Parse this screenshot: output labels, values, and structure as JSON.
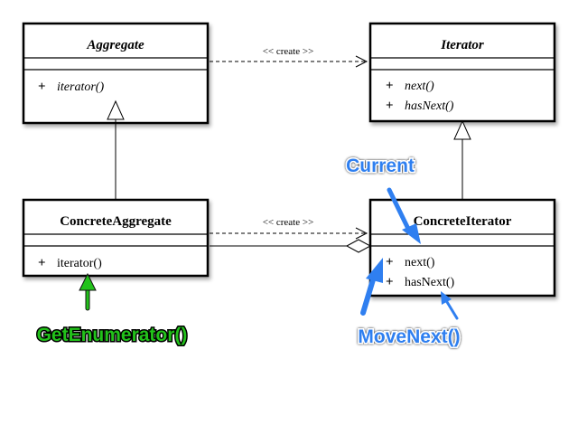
{
  "colors": {
    "green_annotation": "#22c21a",
    "blue_annotation": "#2f7ff0",
    "line": "#000000"
  },
  "classes": {
    "aggregate": {
      "name": "Aggregate",
      "ops": [
        "iterator()"
      ]
    },
    "iterator": {
      "name": "Iterator",
      "ops": [
        "next()",
        "hasNext()"
      ]
    },
    "concrete_aggregate": {
      "name": "ConcreteAggregate",
      "ops": [
        "iterator()"
      ]
    },
    "concrete_iterator": {
      "name": "ConcreteIterator",
      "ops": [
        "next()",
        "hasNext()"
      ]
    }
  },
  "visibility_symbol": "+",
  "relations": {
    "create_top": "<< create >>",
    "create_bottom": "<< create >>"
  },
  "annotations": {
    "get_enumerator": "GetEnumerator()",
    "current": "Current",
    "move_next": "MoveNext()"
  }
}
